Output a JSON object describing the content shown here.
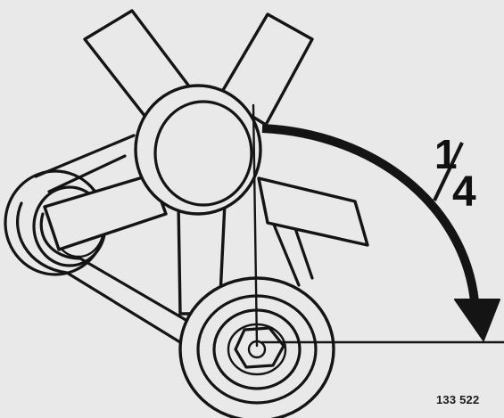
{
  "rotation_label": {
    "numerator": "1",
    "denominator": "4"
  },
  "figure_number": "133 522",
  "colors": {
    "ink": "#141414",
    "paper": "#e9e9e9"
  }
}
